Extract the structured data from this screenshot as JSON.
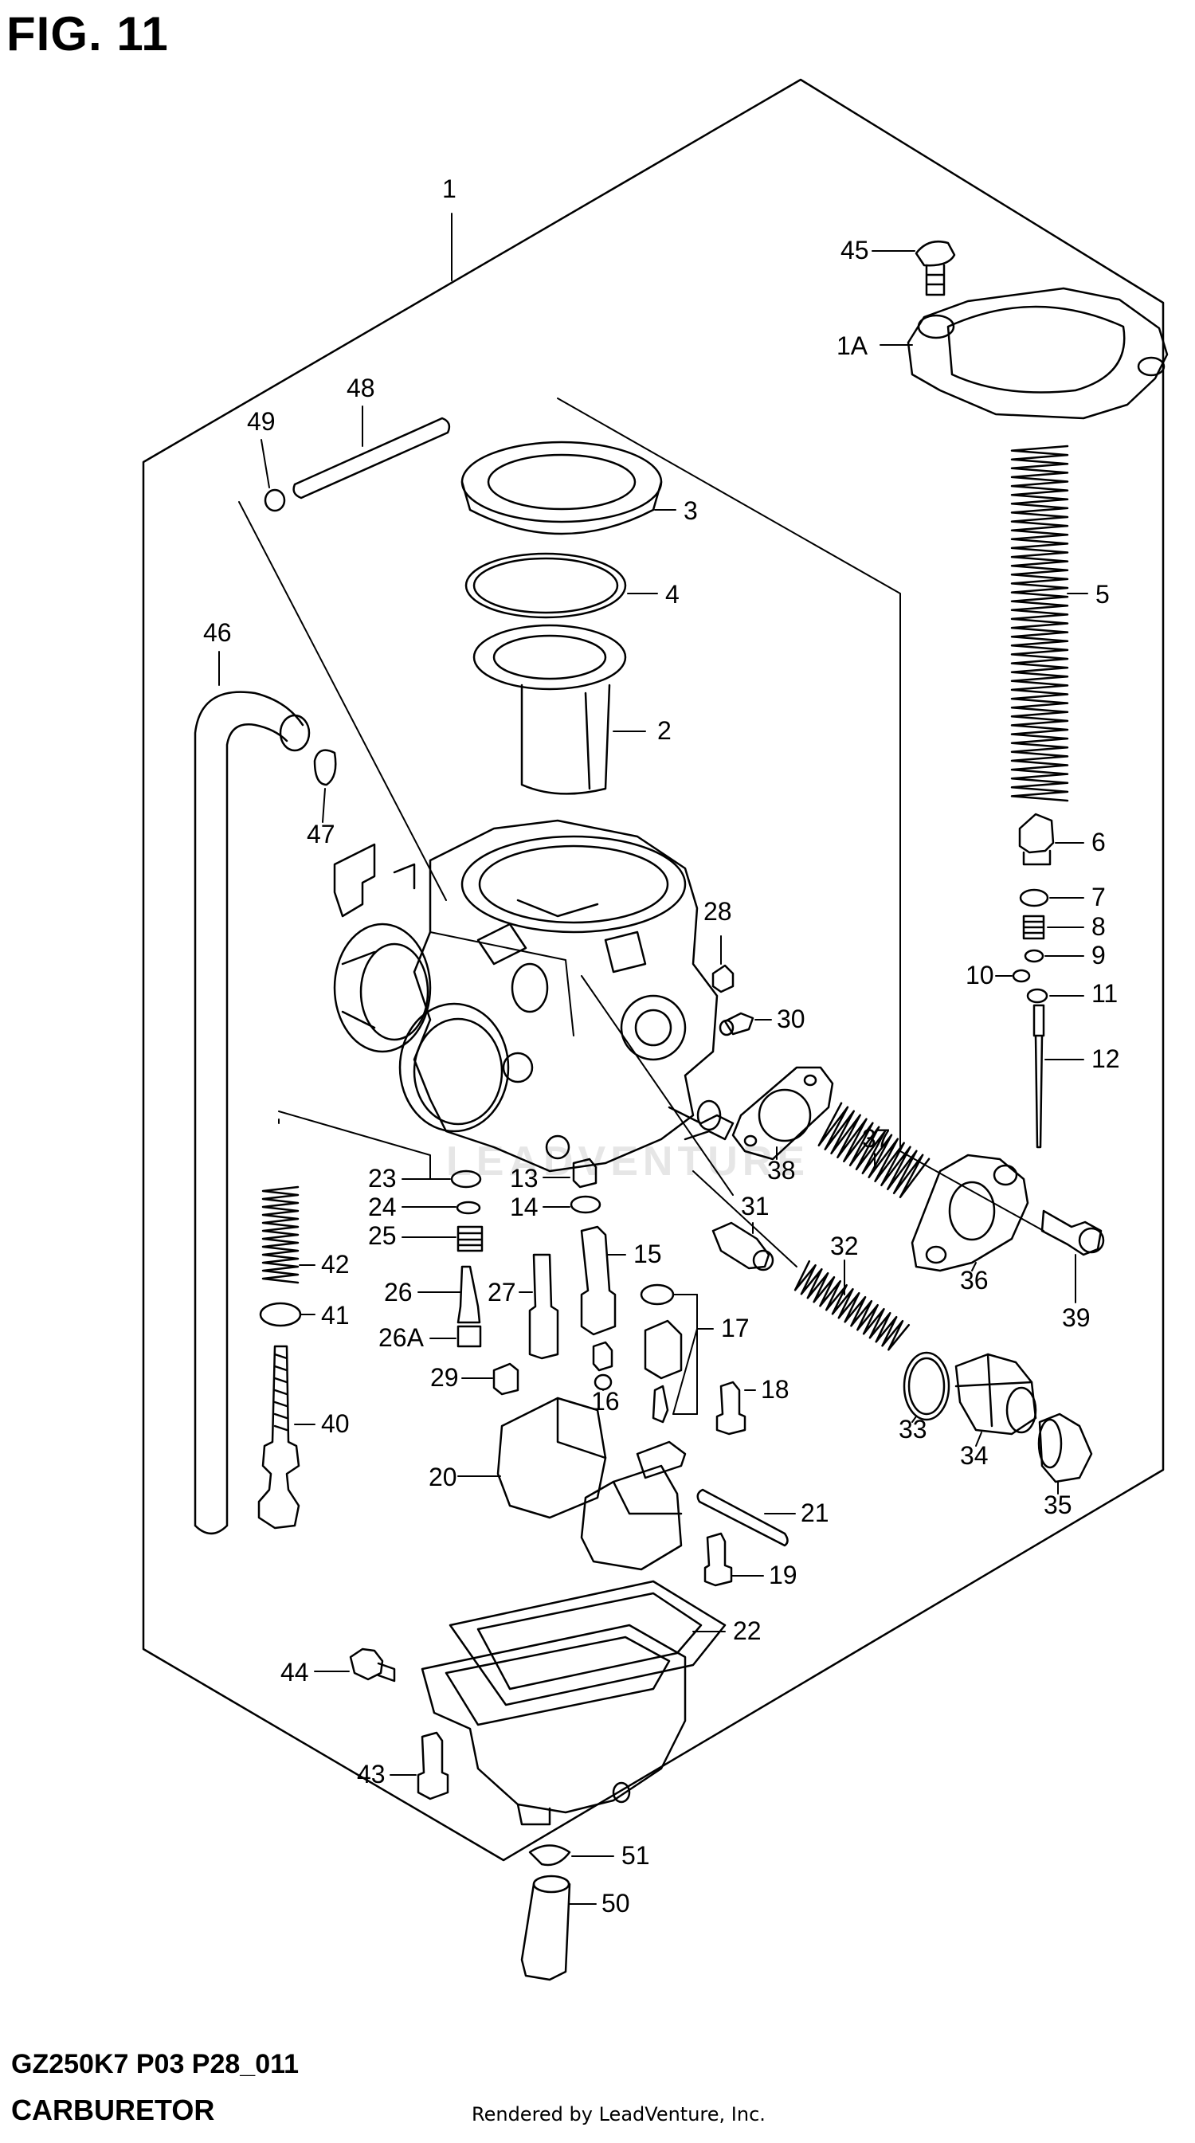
{
  "figure": {
    "title": "FIG. 11",
    "model_code": "GZ250K7 P03 P28_011",
    "section": "CARBURETOR",
    "credit": "Rendered by LeadVenture, Inc.",
    "watermark": "LEADVENTURE"
  },
  "callouts": [
    {
      "id": "1"
    },
    {
      "id": "1A"
    },
    {
      "id": "2"
    },
    {
      "id": "3"
    },
    {
      "id": "4"
    },
    {
      "id": "5"
    },
    {
      "id": "6"
    },
    {
      "id": "7"
    },
    {
      "id": "8"
    },
    {
      "id": "9"
    },
    {
      "id": "10"
    },
    {
      "id": "11"
    },
    {
      "id": "12"
    },
    {
      "id": "13"
    },
    {
      "id": "14"
    },
    {
      "id": "15"
    },
    {
      "id": "16"
    },
    {
      "id": "17"
    },
    {
      "id": "18"
    },
    {
      "id": "19"
    },
    {
      "id": "20"
    },
    {
      "id": "21"
    },
    {
      "id": "22"
    },
    {
      "id": "23"
    },
    {
      "id": "24"
    },
    {
      "id": "25"
    },
    {
      "id": "26"
    },
    {
      "id": "26A"
    },
    {
      "id": "27"
    },
    {
      "id": "28"
    },
    {
      "id": "29"
    },
    {
      "id": "30"
    },
    {
      "id": "31"
    },
    {
      "id": "32"
    },
    {
      "id": "33"
    },
    {
      "id": "34"
    },
    {
      "id": "35"
    },
    {
      "id": "36"
    },
    {
      "id": "37"
    },
    {
      "id": "38"
    },
    {
      "id": "39"
    },
    {
      "id": "40"
    },
    {
      "id": "41"
    },
    {
      "id": "42"
    },
    {
      "id": "43"
    },
    {
      "id": "44"
    },
    {
      "id": "45"
    },
    {
      "id": "46"
    },
    {
      "id": "47"
    },
    {
      "id": "48"
    },
    {
      "id": "49"
    },
    {
      "id": "50"
    },
    {
      "id": "51"
    }
  ]
}
